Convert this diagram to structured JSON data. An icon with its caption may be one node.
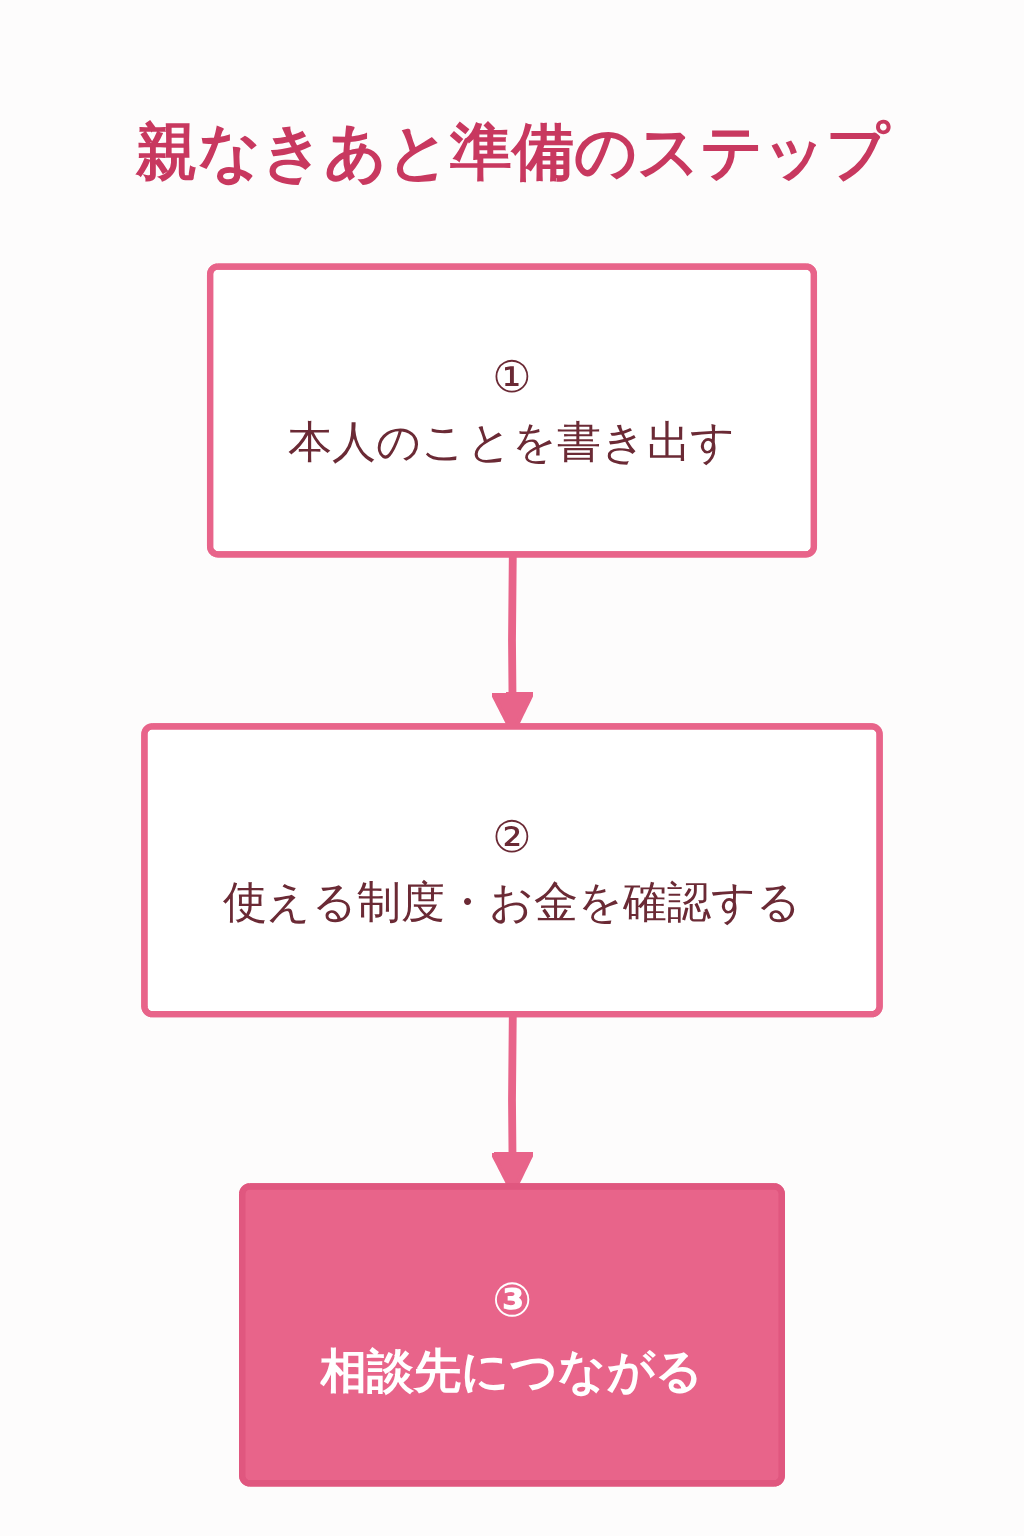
{
  "diagram": {
    "title": "親なきあと準備のステップ",
    "nodes": [
      {
        "text": [
          "①",
          "本人のことを書き出す"
        ]
      },
      {
        "text": [
          "②",
          "使える制度・お金を確認する"
        ]
      },
      {
        "text": [
          "③",
          "相談先につながる"
        ]
      }
    ],
    "edges": [
      {
        "from": 0,
        "to": 1,
        "arrow": "to"
      },
      {
        "from": 1,
        "to": 2,
        "arrow": "to"
      }
    ]
  }
}
